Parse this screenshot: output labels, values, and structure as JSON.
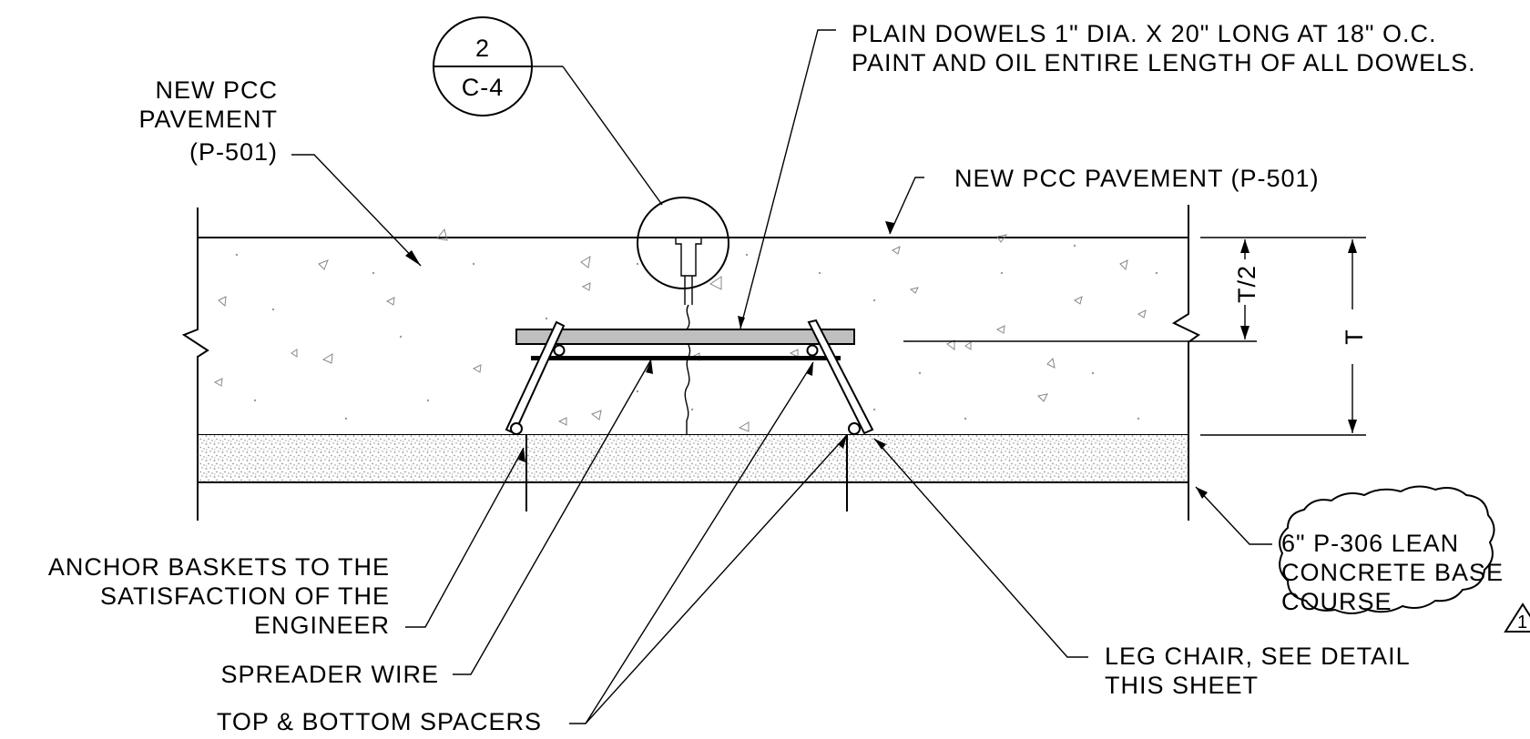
{
  "detail_bubble": {
    "number": "2",
    "sheet": "C-4"
  },
  "revision_mark": "1",
  "labels": {
    "pcc_left_1": "NEW PCC",
    "pcc_left_2": "PAVEMENT",
    "pcc_left_3": "(P-501)",
    "pcc_right": "NEW PCC PAVEMENT (P-501)",
    "dowels_1": "PLAIN DOWELS 1\" DIA. X 20\" LONG AT 18\" O.C.",
    "dowels_2": "PAINT AND OIL ENTIRE LENGTH OF ALL DOWELS.",
    "anchor_1": "ANCHOR BASKETS TO THE",
    "anchor_2": "SATISFACTION OF THE",
    "anchor_3": "ENGINEER",
    "spreader": "SPREADER WIRE",
    "spacers": "TOP & BOTTOM SPACERS",
    "leg_chair_1": "LEG CHAIR, SEE DETAIL",
    "leg_chair_2": "THIS SHEET",
    "base_1": "6\" P-306 LEAN",
    "base_2": "CONCRETE BASE",
    "base_3": "COURSE",
    "dim_half": "T/2",
    "dim_full": "T"
  }
}
